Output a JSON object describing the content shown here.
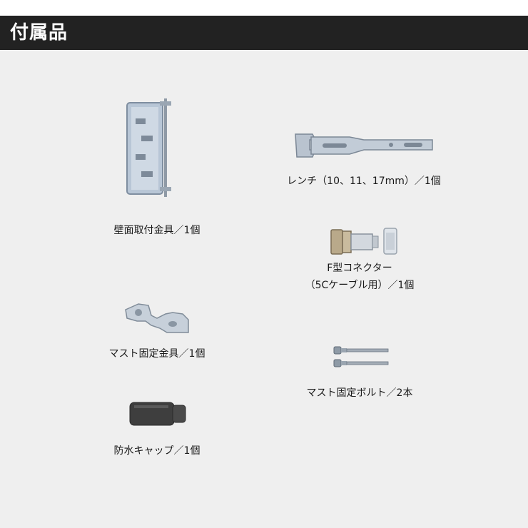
{
  "header": {
    "title": "付属品"
  },
  "items": [
    {
      "caption": "壁面取付金具／1個",
      "icon": "wall-bracket"
    },
    {
      "caption": "レンチ（10、11、17mm）／1個",
      "icon": "wrench"
    },
    {
      "caption_line1": "F型コネクター",
      "caption_line2": "（5Cケーブル用）／1個",
      "icon": "f-connector"
    },
    {
      "caption": "マスト固定金具／1個",
      "icon": "mast-clamp"
    },
    {
      "caption": "マスト固定ボルト／2本",
      "icon": "bolts"
    },
    {
      "caption": "防水キャップ／1個",
      "icon": "waterproof-cap"
    }
  ]
}
